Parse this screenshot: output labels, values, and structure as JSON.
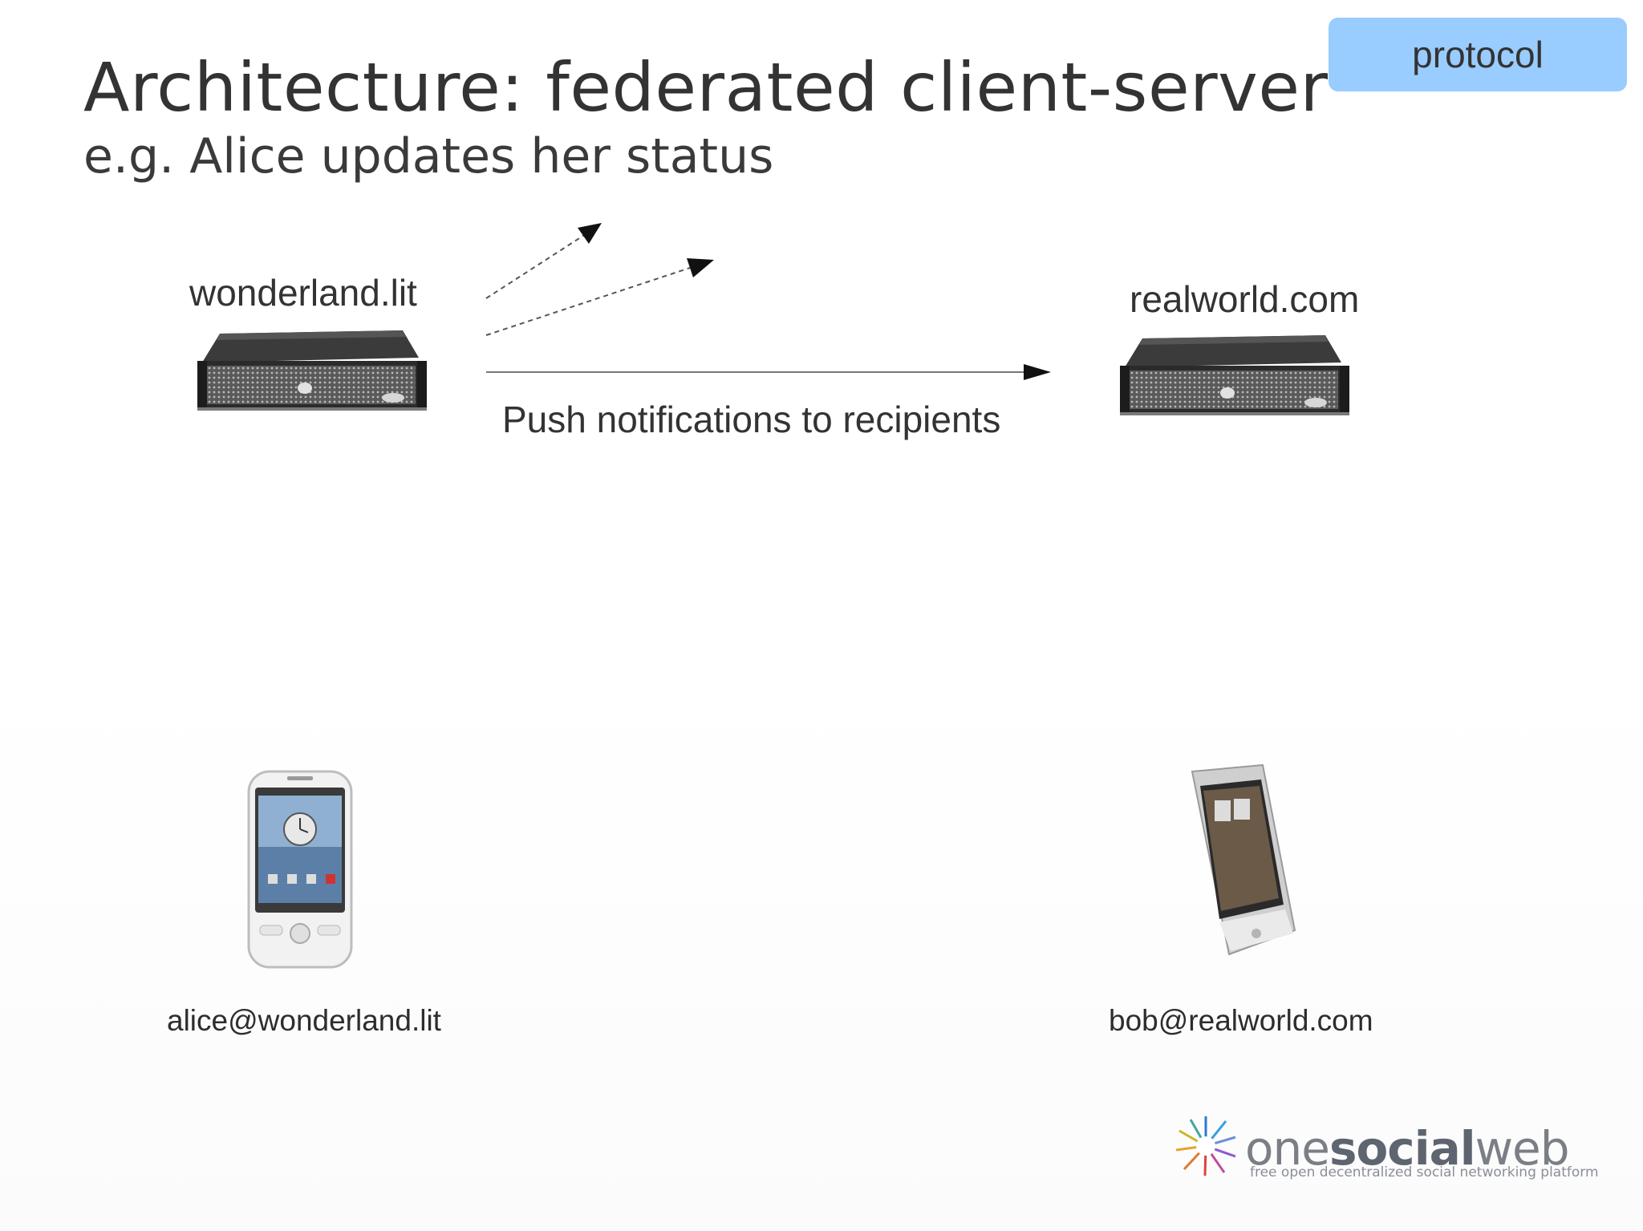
{
  "slide": {
    "title": "Architecture: federated client-server",
    "subtitle": "e.g. Alice updates her status",
    "badge": "protocol"
  },
  "servers": [
    {
      "label": "wonderland.lit",
      "icon": "server-rack-icon"
    },
    {
      "label": "realworld.com",
      "icon": "server-rack-icon"
    }
  ],
  "arrow_label": "Push notifications to recipients",
  "clients": [
    {
      "label": "alice@wonderland.lit",
      "icon": "smartphone-icon"
    },
    {
      "label": "bob@realworld.com",
      "icon": "smartphone-icon"
    }
  ],
  "logo": {
    "name_light_1": "one",
    "name_bold": "social",
    "name_light_2": "web",
    "tagline": "free open decentralized social networking platform"
  },
  "colors": {
    "badge": "#99ccff",
    "text": "#333333"
  }
}
